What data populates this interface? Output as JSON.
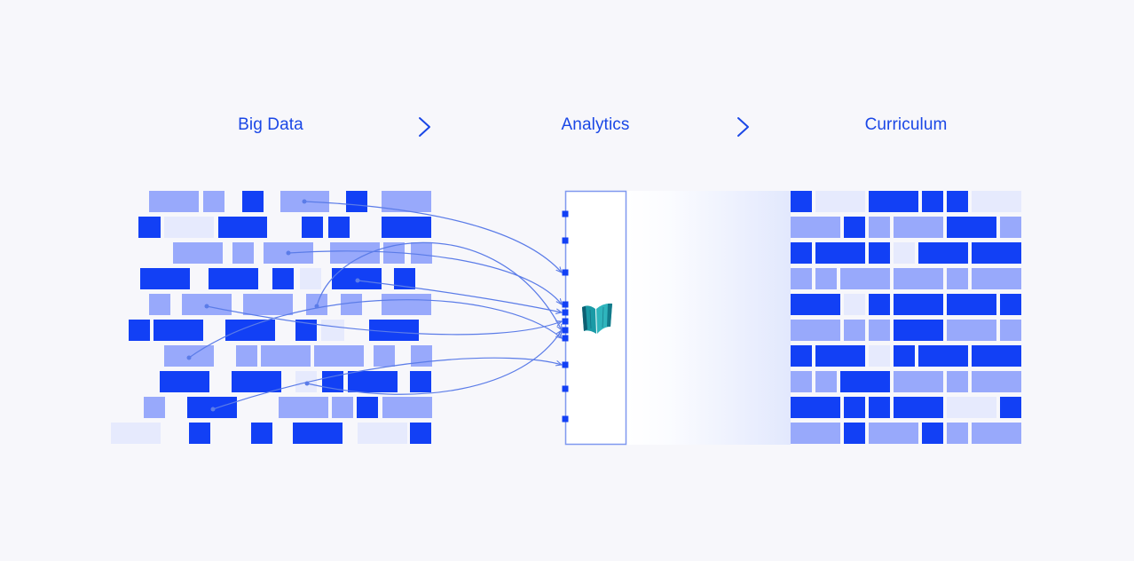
{
  "stages": [
    {
      "label": "Big Data"
    },
    {
      "label": "Analytics"
    },
    {
      "label": "Curriculum"
    }
  ],
  "arrows": [
    {
      "icon": "chevron-right-icon"
    },
    {
      "icon": "chevron-right-icon"
    }
  ],
  "center_logo": {
    "icon": "open-book-logo-icon"
  },
  "colors": {
    "background": "#f7f7fb",
    "text": "#1a47e6",
    "block_dark": "#1240f5",
    "block_mid": "#98a9fb",
    "block_light": "#e6eafd",
    "connector": "#5b7ce8",
    "panel_border": "#7f98ef",
    "logo_teal": "#1a9aa6",
    "logo_dark": "#0d5f72"
  }
}
